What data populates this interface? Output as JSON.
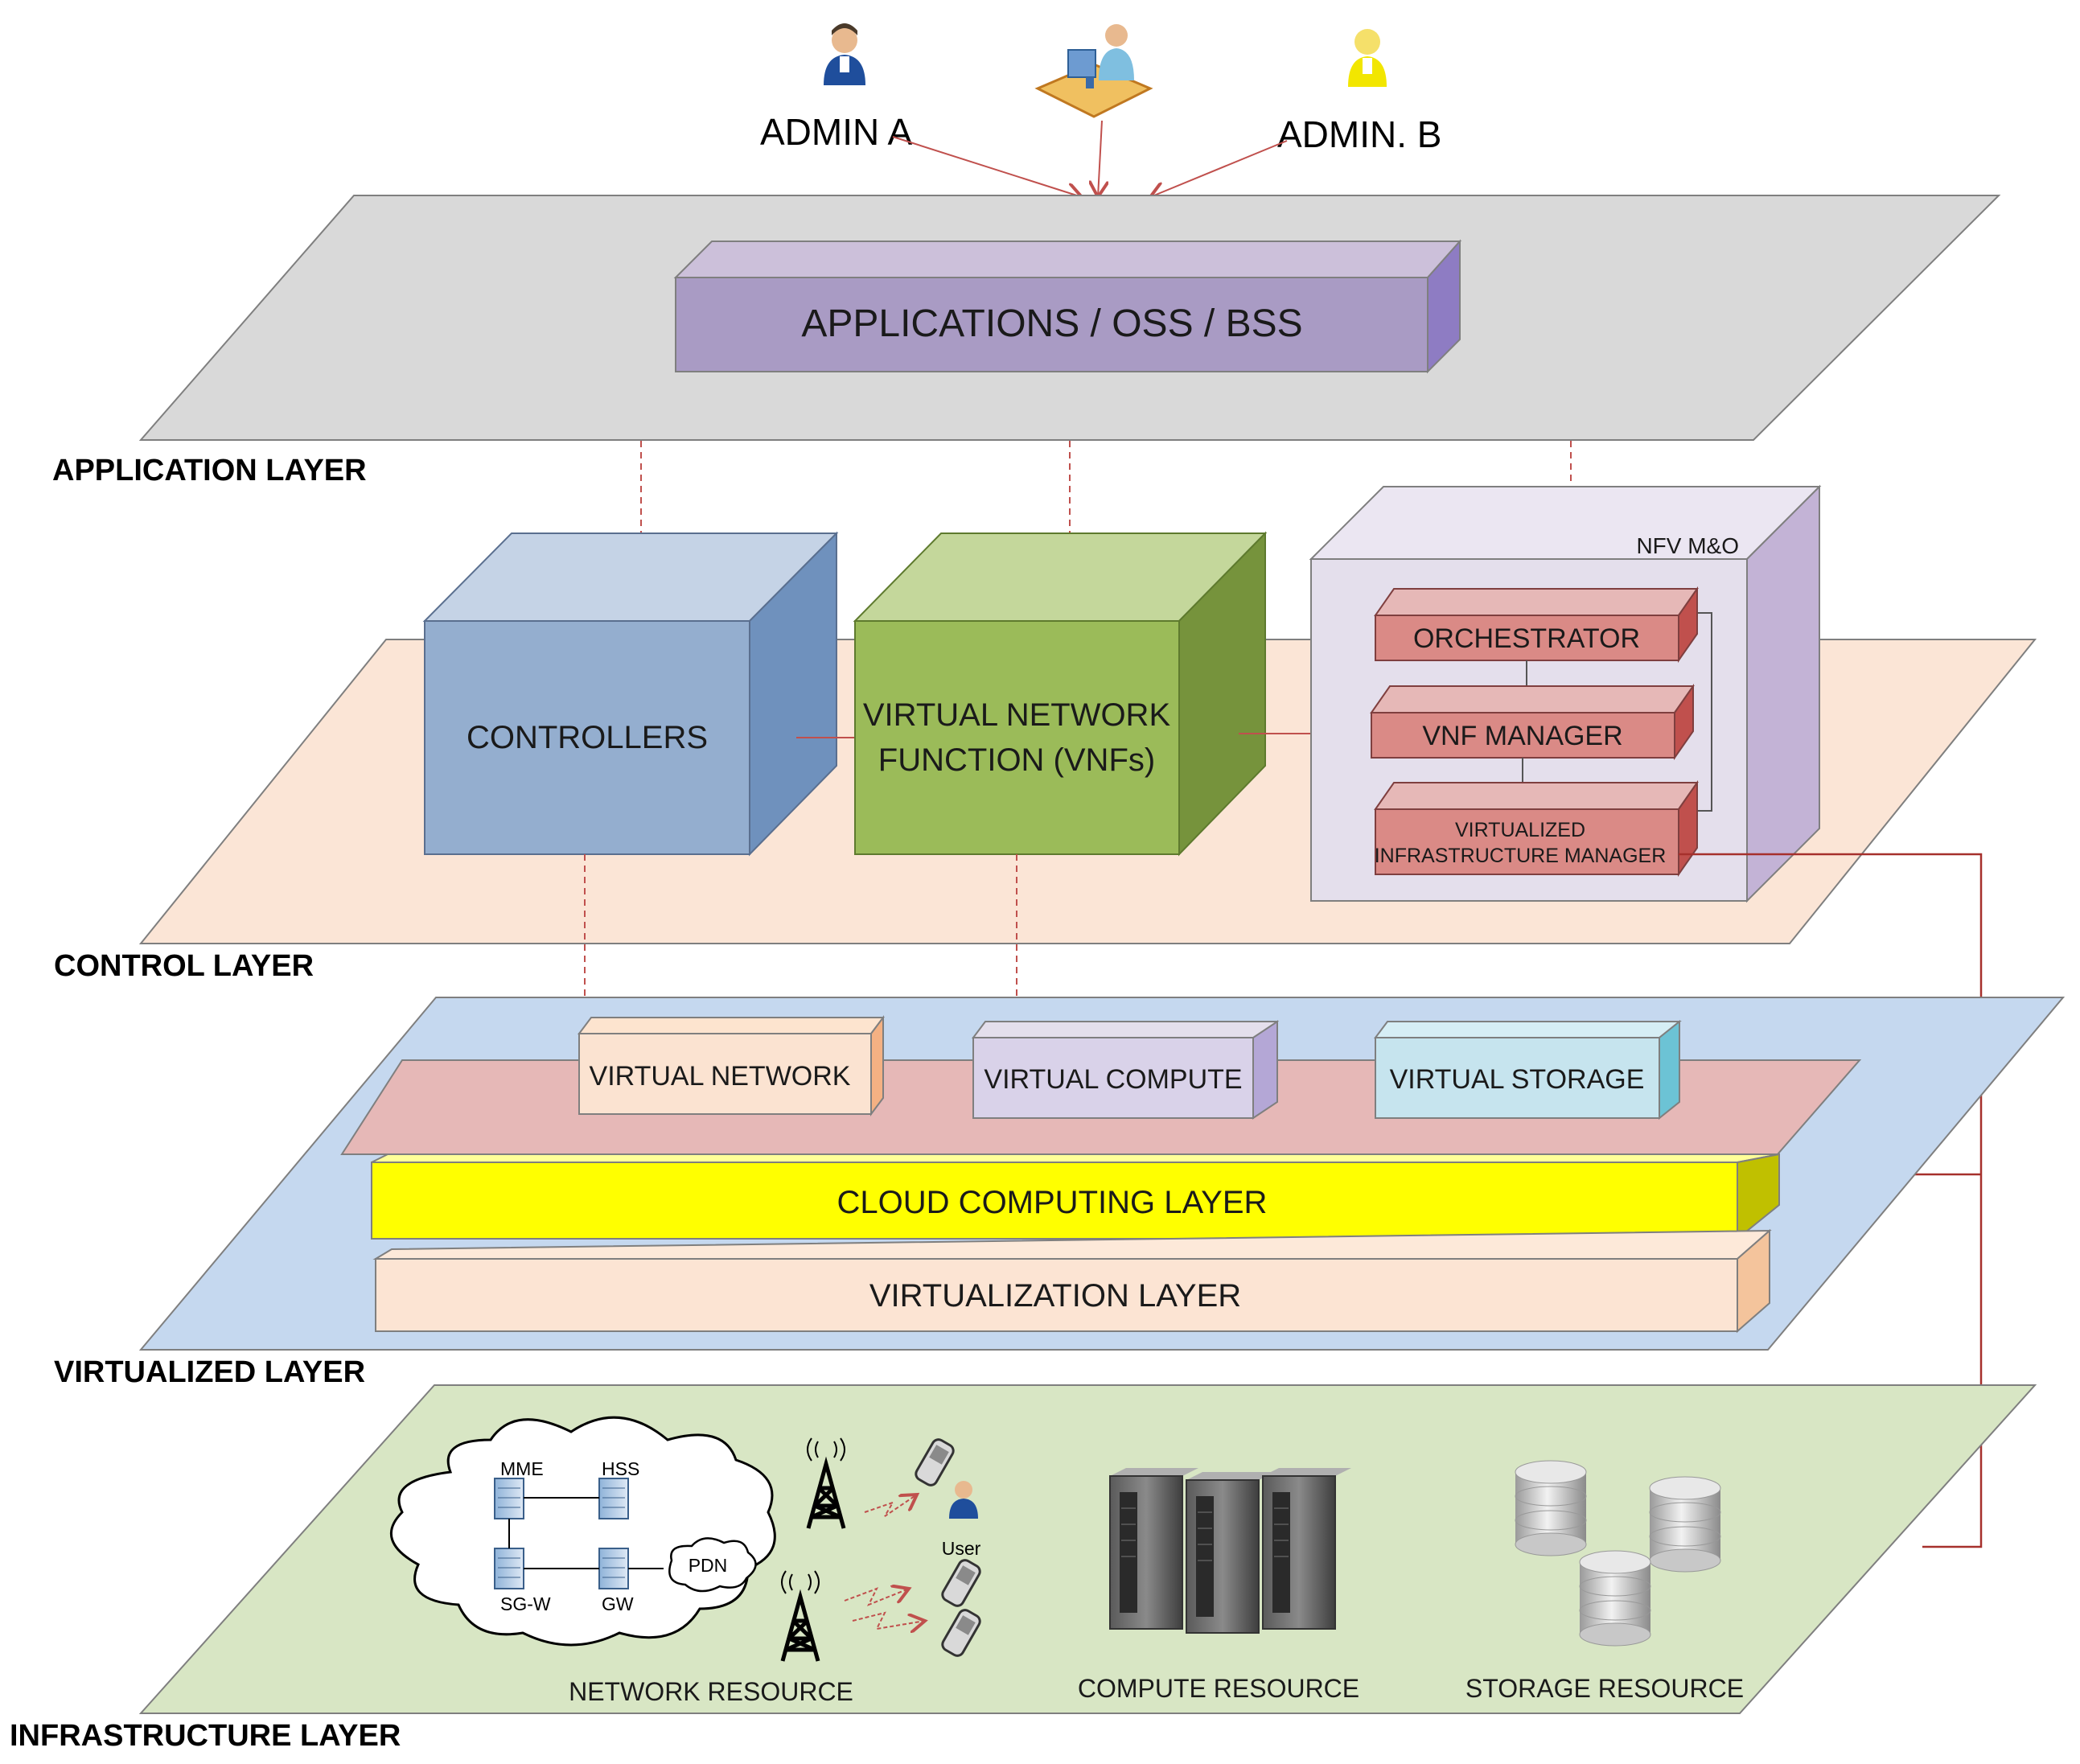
{
  "users": {
    "admin_a": "ADMIN A",
    "admin_b": "ADMIN. B"
  },
  "application_layer": {
    "label": "APPLICATION LAYER",
    "box": "APPLICATIONS / OSS / BSS"
  },
  "control_layer": {
    "label": "CONTROL LAYER",
    "controllers": "CONTROLLERS",
    "vnf_line1": "VIRTUAL NETWORK",
    "vnf_line2": "FUNCTION (VNFs)",
    "nfv_mo": "NFV M&O",
    "orchestrator": "ORCHESTRATOR",
    "vnf_manager": "VNF MANAGER",
    "vim_line1": "VIRTUALIZED",
    "vim_line2": "INFRASTRUCTURE MANAGER"
  },
  "virtualized_layer": {
    "label": "VIRTUALIZED LAYER",
    "virtual_network": "VIRTUAL NETWORK",
    "virtual_compute": "VIRTUAL COMPUTE",
    "virtual_storage": "VIRTUAL STORAGE",
    "cloud_computing": "CLOUD COMPUTING LAYER",
    "virtualization": "VIRTUALIZATION LAYER"
  },
  "infrastructure_layer": {
    "label": "INFRASTRUCTURE LAYER",
    "mme": "MME",
    "hss": "HSS",
    "sgw": "SG-W",
    "gw": "GW",
    "pdn": "PDN",
    "user": "User",
    "network_resource": "NETWORK RESOURCE",
    "compute_resource": "COMPUTE RESOURCE",
    "storage_resource": "STORAGE RESOURCE"
  },
  "colors": {
    "app_plane": "#d9d9d9",
    "control_plane": "#fbe5d6",
    "virtualized_plane": "#c5d8ef",
    "infra_plane": "#d8e6c4",
    "app_box": "#a99bc4",
    "controllers": "#94aecf",
    "vnf": "#9bbb59",
    "nfv_mo": "#e4dfec",
    "manager_box": "#da8a86",
    "cloud_layer": "#ffff00",
    "connector": "#c0504d"
  }
}
